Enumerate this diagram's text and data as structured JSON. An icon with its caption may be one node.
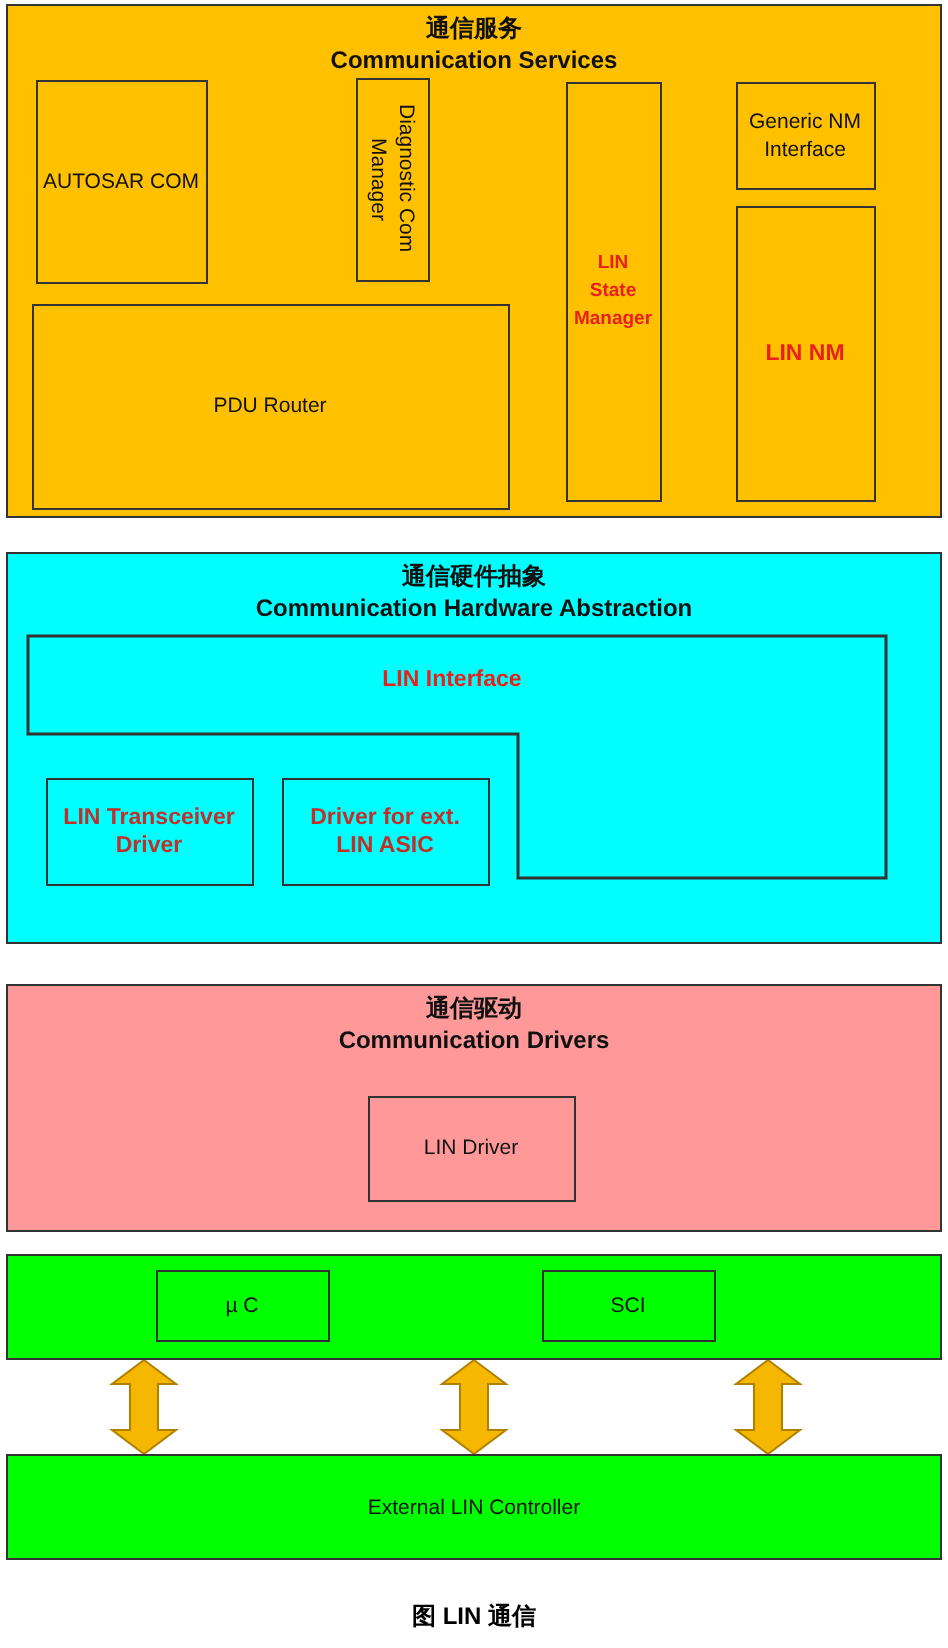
{
  "diagram": {
    "caption": "图 LIN 通信",
    "nodes": [
      {
        "text": [
          "通信服务",
          "Communication Services"
        ]
      },
      {
        "text": [
          "AUTOSAR COM"
        ],
        "in": 0
      },
      {
        "text": [
          "Diagnostic Com Manager"
        ],
        "in": 0
      },
      {
        "text": [
          "LIN State Manager"
        ],
        "in": 0
      },
      {
        "text": [
          "Generic NM Interface"
        ],
        "in": 0
      },
      {
        "text": [
          "LIN NM"
        ],
        "in": 0
      },
      {
        "text": [
          "PDU Router"
        ],
        "in": 0
      },
      {
        "text": [
          "通信硬件抽象",
          "Communication Hardware Abstraction"
        ]
      },
      {
        "text": [
          "LIN Interface"
        ],
        "in": 7
      },
      {
        "text": [
          "LIN Transceiver Driver"
        ],
        "in": 7
      },
      {
        "text": [
          "Driver for ext. LIN ASIC"
        ],
        "in": 7
      },
      {
        "text": [
          "通信驱动",
          "Communication Drivers"
        ]
      },
      {
        "text": [
          "LIN Driver"
        ],
        "in": 11
      },
      {
        "text": [],
        "shape": "box"
      },
      {
        "text": [
          "µ C"
        ],
        "in": 13
      },
      {
        "text": [
          "SCI"
        ],
        "in": 13
      },
      {
        "text": [
          "External LIN Controller"
        ]
      }
    ],
    "edges": [
      {
        "from": 13,
        "to": 16,
        "arrow": "both"
      },
      {
        "from": 13,
        "to": 16,
        "arrow": "both"
      },
      {
        "from": 13,
        "to": 16,
        "arrow": "both"
      }
    ]
  }
}
